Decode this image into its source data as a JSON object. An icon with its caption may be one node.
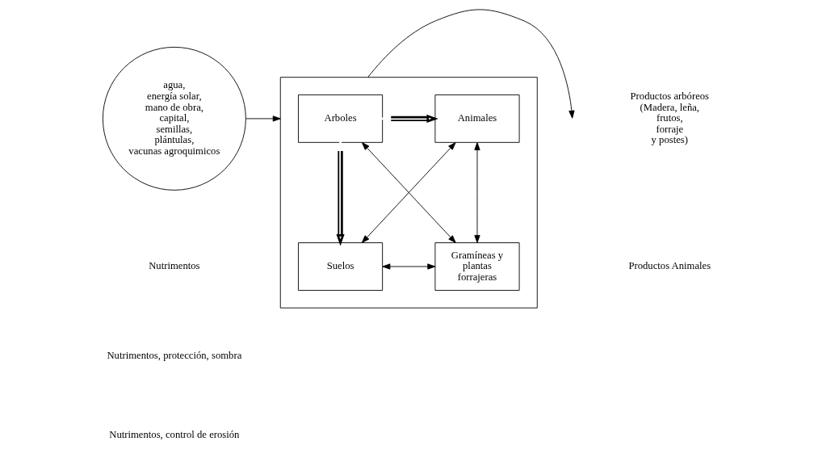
{
  "diagram": {
    "nodes": [
      {
        "text": [
          "agua, energía solar, mano de obra, capital, semillas, plántulas,vacunas agroquimicos"
        ]
      },
      {
        "text": [],
        "shape": "box"
      },
      {
        "text": [
          "Arboles"
        ],
        "in": 1
      },
      {
        "text": [
          "Animales"
        ],
        "in": 1
      },
      {
        "text": [
          "Suelos"
        ],
        "in": 1
      },
      {
        "text": [
          "Gramíneas y plantas forrajeras"
        ],
        "in": 1
      }
    ],
    "edges": [
      {
        "from": 0,
        "to": 1,
        "arrow": "to"
      },
      {
        "from": 2,
        "to": 3,
        "arrow": "both",
        "style": "thick"
      },
      {
        "from": 2,
        "to": 4,
        "arrow": "both",
        "style": "thick"
      },
      {
        "from": 2,
        "to": 5,
        "arrow": "both"
      },
      {
        "from": 3,
        "to": 4,
        "arrow": "both"
      },
      {
        "from": 3,
        "to": 5,
        "arrow": "both"
      },
      {
        "from": 4,
        "to": 5,
        "arrow": "both"
      },
      {
        "from": 1,
        "to": null,
        "arrow": "to"
      }
    ],
    "labels": [
      "Productos arbóreos (Madera, leña, frutos, forraje y postes)",
      "Productos Animales"
    ],
    "legend": [
      {
        "text": "Nutrimentos"
      },
      {
        "text": "Nutrimentos, protección, sombra"
      },
      {
        "text": "Nutrimentos, control de erosión"
      }
    ]
  }
}
